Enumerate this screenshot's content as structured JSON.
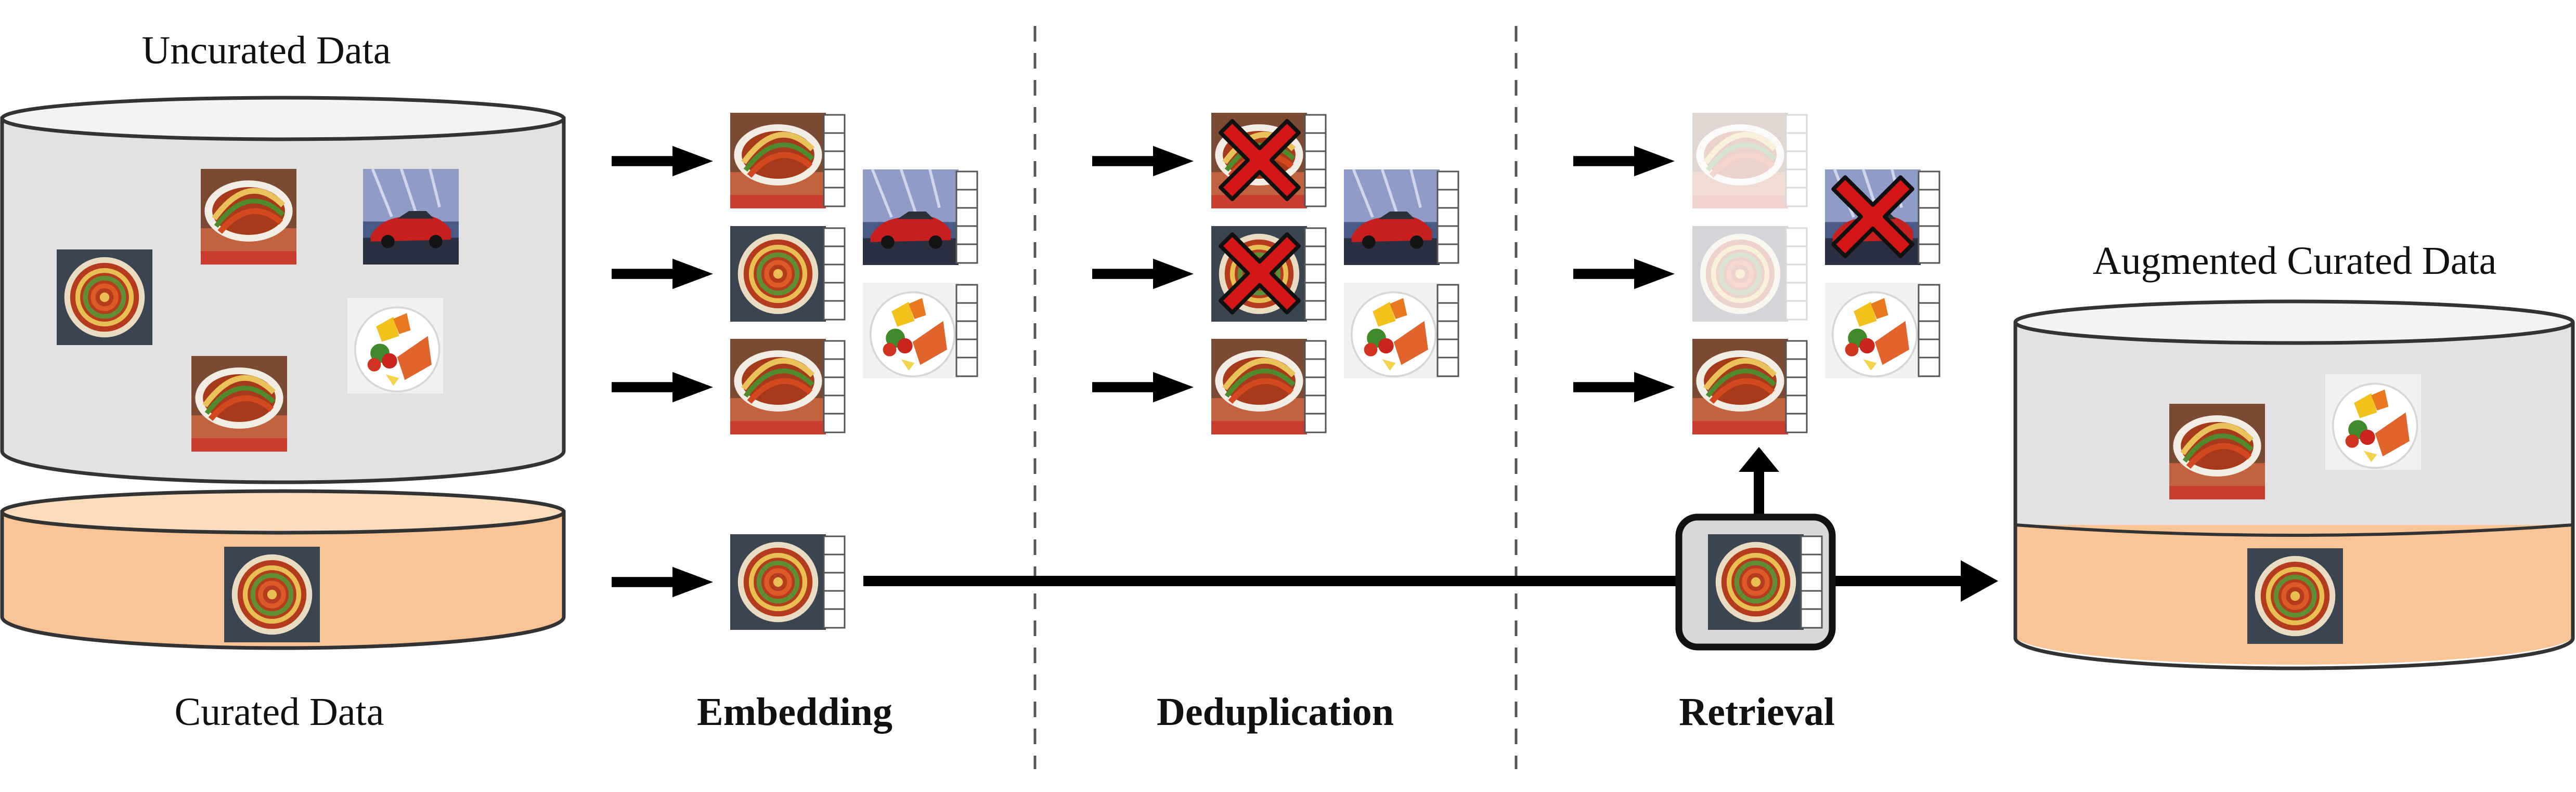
{
  "labels": {
    "uncurated": "Uncurated Data",
    "curated": "Curated Data",
    "augmented": "Augmented Curated Data"
  },
  "stages": {
    "embedding": "Embedding",
    "deduplication": "Deduplication",
    "retrieval": "Retrieval"
  },
  "image_subjects": [
    "ratatouille-baked",
    "ratatouille-spiral",
    "red-sports-car",
    "grilled-vegetables-plate"
  ],
  "colors": {
    "uncurated_db": "#e2e2e2",
    "curated_db": "#f9c596",
    "arrow": "#000000",
    "cross": "#d41616",
    "outline": "#333333"
  }
}
